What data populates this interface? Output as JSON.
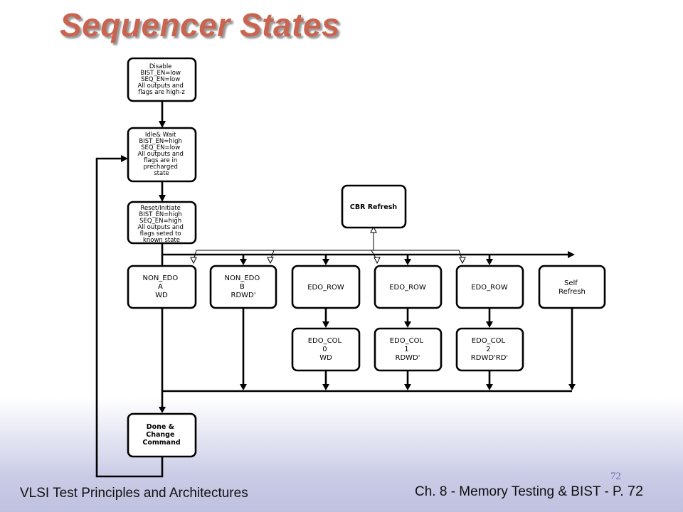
{
  "slide": {
    "title": "Sequencer States",
    "page_small": "72",
    "footer_left": "VLSI Test Principles and Architectures",
    "footer_right_prefix": "Ch. 8 - Memory Testing & BIST - P.",
    "footer_page": "72"
  },
  "diagram": {
    "disable": [
      "Disable",
      "BIST_EN=low",
      "SEQ_EN=low",
      "All outputs and",
      "flags are high-z"
    ],
    "idle": [
      "Idle& Wait",
      "BIST_EN=high",
      "SEQ_EN=low",
      "All outputs and",
      "flags are in",
      "precharged",
      "state"
    ],
    "reset": [
      "Reset/Initiate",
      "BIST_EN=high",
      "SEQ_EN=high",
      "All outputs and",
      "flags seted to",
      "known state"
    ],
    "cbr": "CBR Refresh",
    "non_edo_a": [
      "NON_EDO",
      "A",
      "WD"
    ],
    "non_edo_b": [
      "NON_EDO",
      "B",
      "RDWD'"
    ],
    "edo_row_1": "EDO_ROW",
    "edo_row_2": "EDO_ROW",
    "edo_row_3": "EDO_ROW",
    "self_refresh": [
      "Self",
      "Refresh"
    ],
    "edo_col_0": [
      "EDO_COL",
      "0",
      "WD"
    ],
    "edo_col_1": [
      "EDO_COL",
      "1",
      "RDWD'"
    ],
    "edo_col_2": [
      "EDO_COL",
      "2",
      "RDWD'RD'"
    ],
    "done": [
      "Done &",
      "Change",
      "Command"
    ]
  }
}
